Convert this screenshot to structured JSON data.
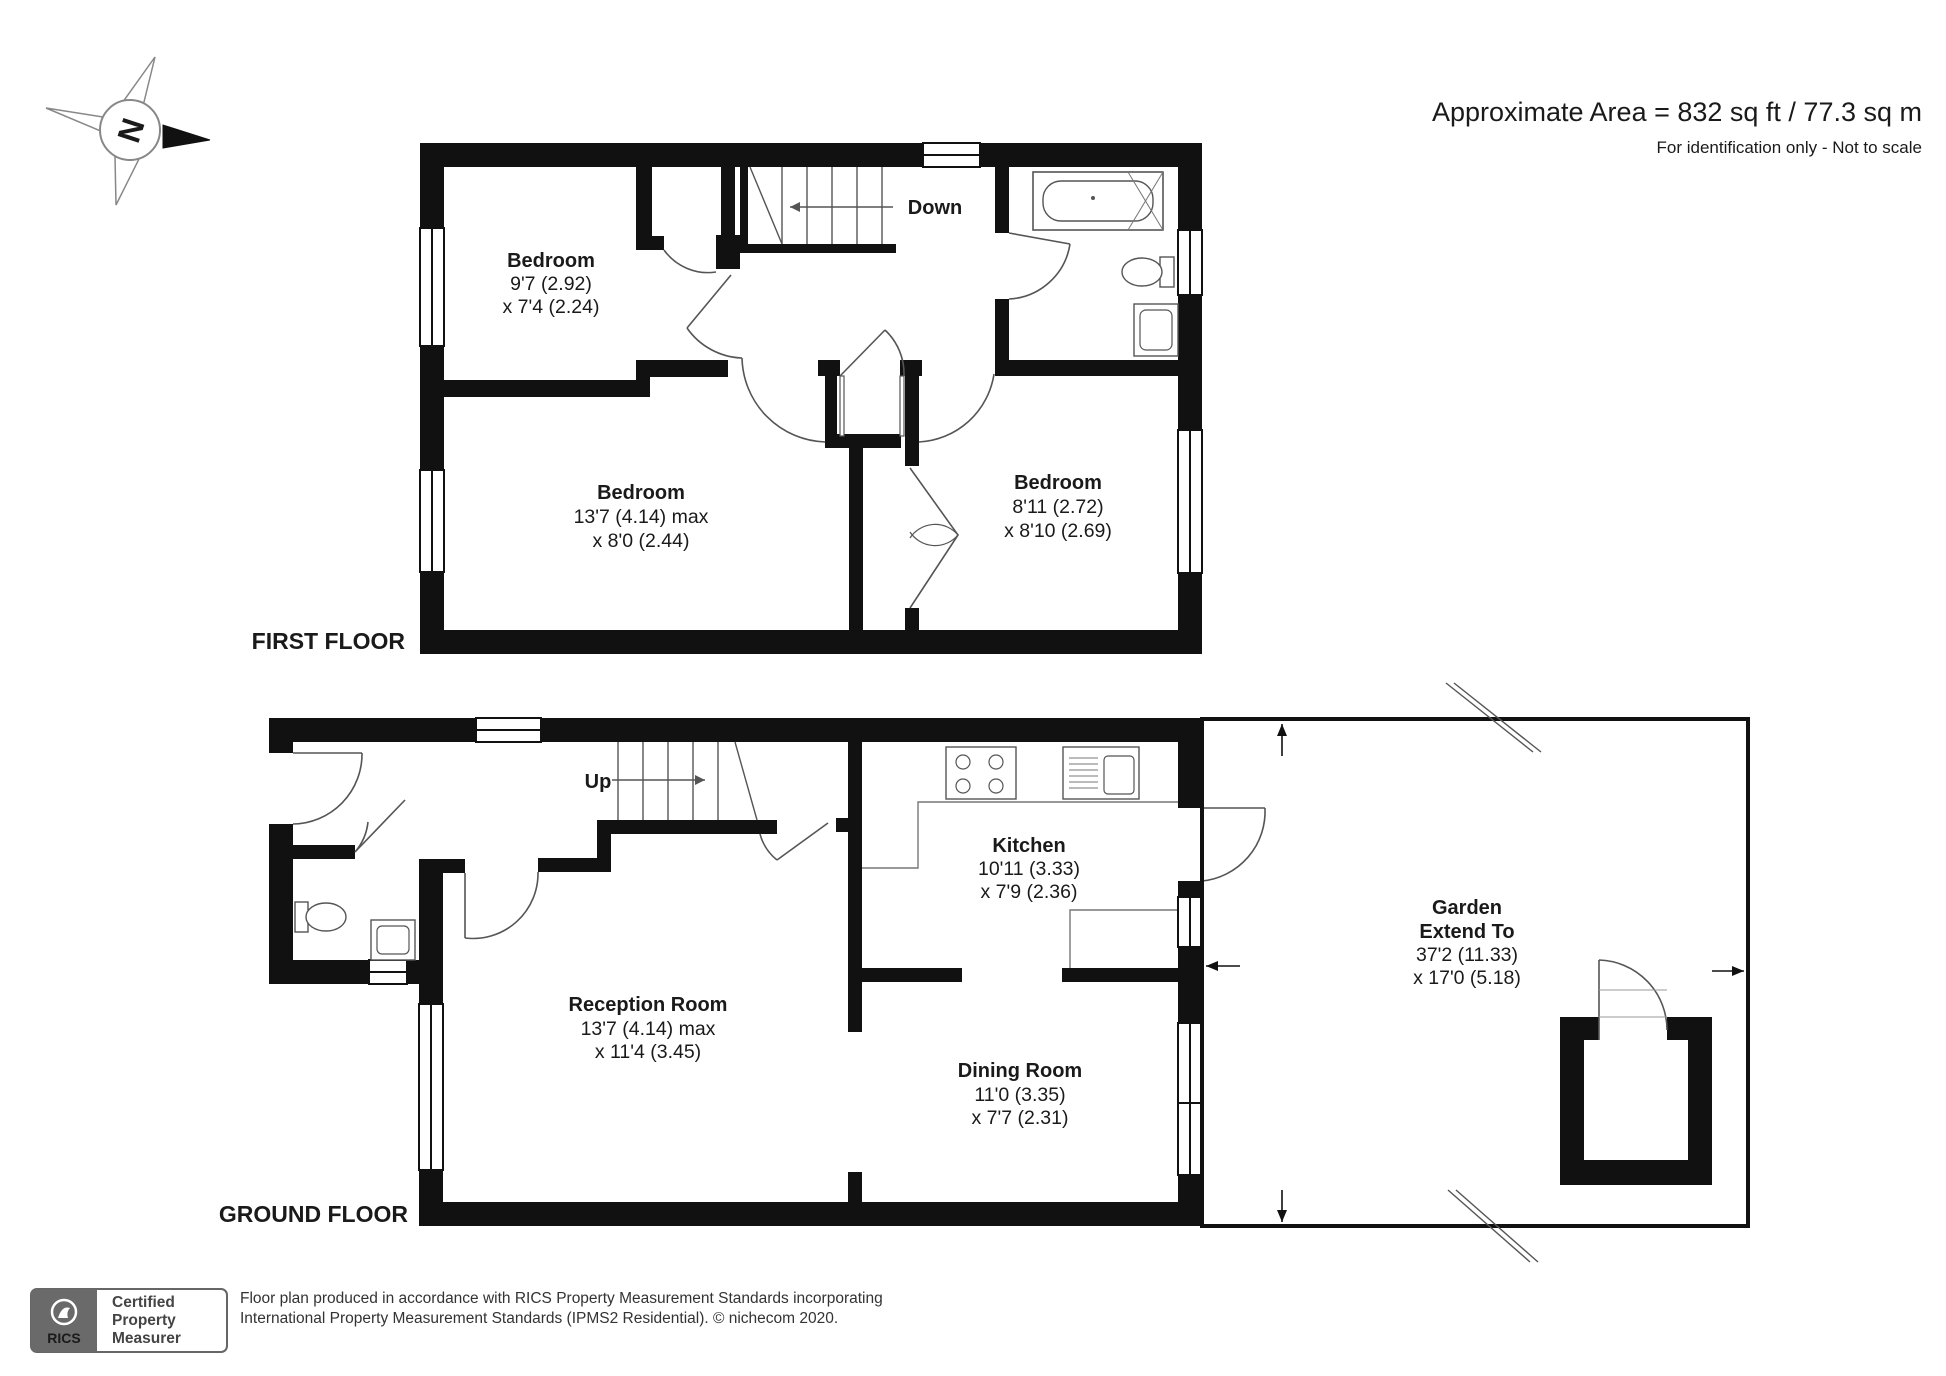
{
  "header": {
    "area": "Approximate Area = 832 sq ft / 77.3 sq m",
    "note": "For identification only - Not to scale"
  },
  "compass": {
    "letter": "N"
  },
  "floors": {
    "first_floor": {
      "label": "FIRST FLOOR",
      "stairs_label": "Down",
      "rooms": [
        {
          "name": "Bedroom",
          "dim1": "9'7 (2.92)",
          "dim2": "x 7'4 (2.24)"
        },
        {
          "name": "Bedroom",
          "dim1": "13'7 (4.14) max",
          "dim2": "x 8'0 (2.44)"
        },
        {
          "name": "Bedroom",
          "dim1": "8'11 (2.72)",
          "dim2": "x 8'10 (2.69)"
        }
      ]
    },
    "ground_floor": {
      "label": "GROUND FLOOR",
      "stairs_label": "Up",
      "rooms": [
        {
          "name": "Kitchen",
          "dim1": "10'11 (3.33)",
          "dim2": "x 7'9 (2.36)"
        },
        {
          "name": "Reception Room",
          "dim1": "13'7 (4.14) max",
          "dim2": "x 11'4 (3.45)"
        },
        {
          "name": "Dining Room",
          "dim1": "11'0 (3.35)",
          "dim2": "x 7'7 (2.31)"
        }
      ],
      "garden": {
        "line1": "Garden",
        "line2": "Extend To",
        "dim1": "37'2 (11.33)",
        "dim2": "x 17'0 (5.18)"
      }
    }
  },
  "footer": {
    "badge_org": "RICS",
    "badge_line1": "Certified",
    "badge_line2": "Property",
    "badge_line3": "Measurer",
    "text_line1": "Floor plan produced in accordance with RICS Property Measurement Standards incorporating",
    "text_line2": "International Property Measurement Standards (IPMS2 Residential).   © nichecom 2020."
  },
  "colors": {
    "wall": "#111111",
    "line": "#555555",
    "text": "#1a1a1a"
  }
}
